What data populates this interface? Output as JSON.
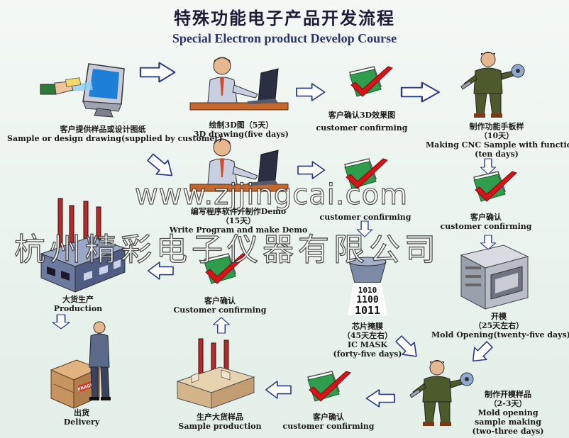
{
  "title": {
    "cn": "特殊功能电子产品开发流程",
    "en": "Special Electron product Develop Course"
  },
  "steps": {
    "s1": {
      "cn": "客户提供样品或设计图纸",
      "en": "Sample or design drawing(supplied by customer)"
    },
    "s2": {
      "cn": "绘制3D图（5天）",
      "en": "3D drawing(five days)"
    },
    "s3": {
      "cn": "客户确认3D效果图",
      "en": "customer confirming"
    },
    "s4": {
      "cn": "制作功能手板样",
      "days": "（10天）",
      "en": "Making CNC Sample with function",
      "en2": "(ten days)"
    },
    "s5": {
      "cn": "编写程序软件开制作Demo",
      "days": "（15天）",
      "en": "Write Program and make Demo"
    },
    "s6": {
      "en": "customer confirming"
    },
    "s7": {
      "cn": "客户确认",
      "en": "customer confirming"
    },
    "s8": {
      "cn": "开模",
      "days": "（25天左右）",
      "en": "Mold Opening(twenty-five days)"
    },
    "s9": {
      "cn": "芯片掩膜",
      "days": "（45天左右）",
      "en": "IC MASK",
      "en2": "(forty-five days)"
    },
    "s10": {
      "cn": "客户确认",
      "en": "Customer confirming"
    },
    "s11": {
      "cn": "大货生产",
      "en": "Production"
    },
    "s12": {
      "cn": "出货",
      "en": "Delivery"
    },
    "s13": {
      "cn": "生产大货样品",
      "en": "Sample production"
    },
    "s14": {
      "cn": "客户确认",
      "en": "customer confirming"
    },
    "s15": {
      "cn": "制作开模样品",
      "days": "（2-3天）",
      "en": "Mold opening",
      "en2": "sample making",
      "en3": "(two-three days)"
    }
  },
  "ic_text": {
    "l1": "1010",
    "l2": "1100",
    "l3": "1011"
  },
  "box_text": "FRAGILE",
  "watermark": {
    "url": "www.zjjingcai.com",
    "company": "杭州精彩电子仪器有限公司"
  }
}
